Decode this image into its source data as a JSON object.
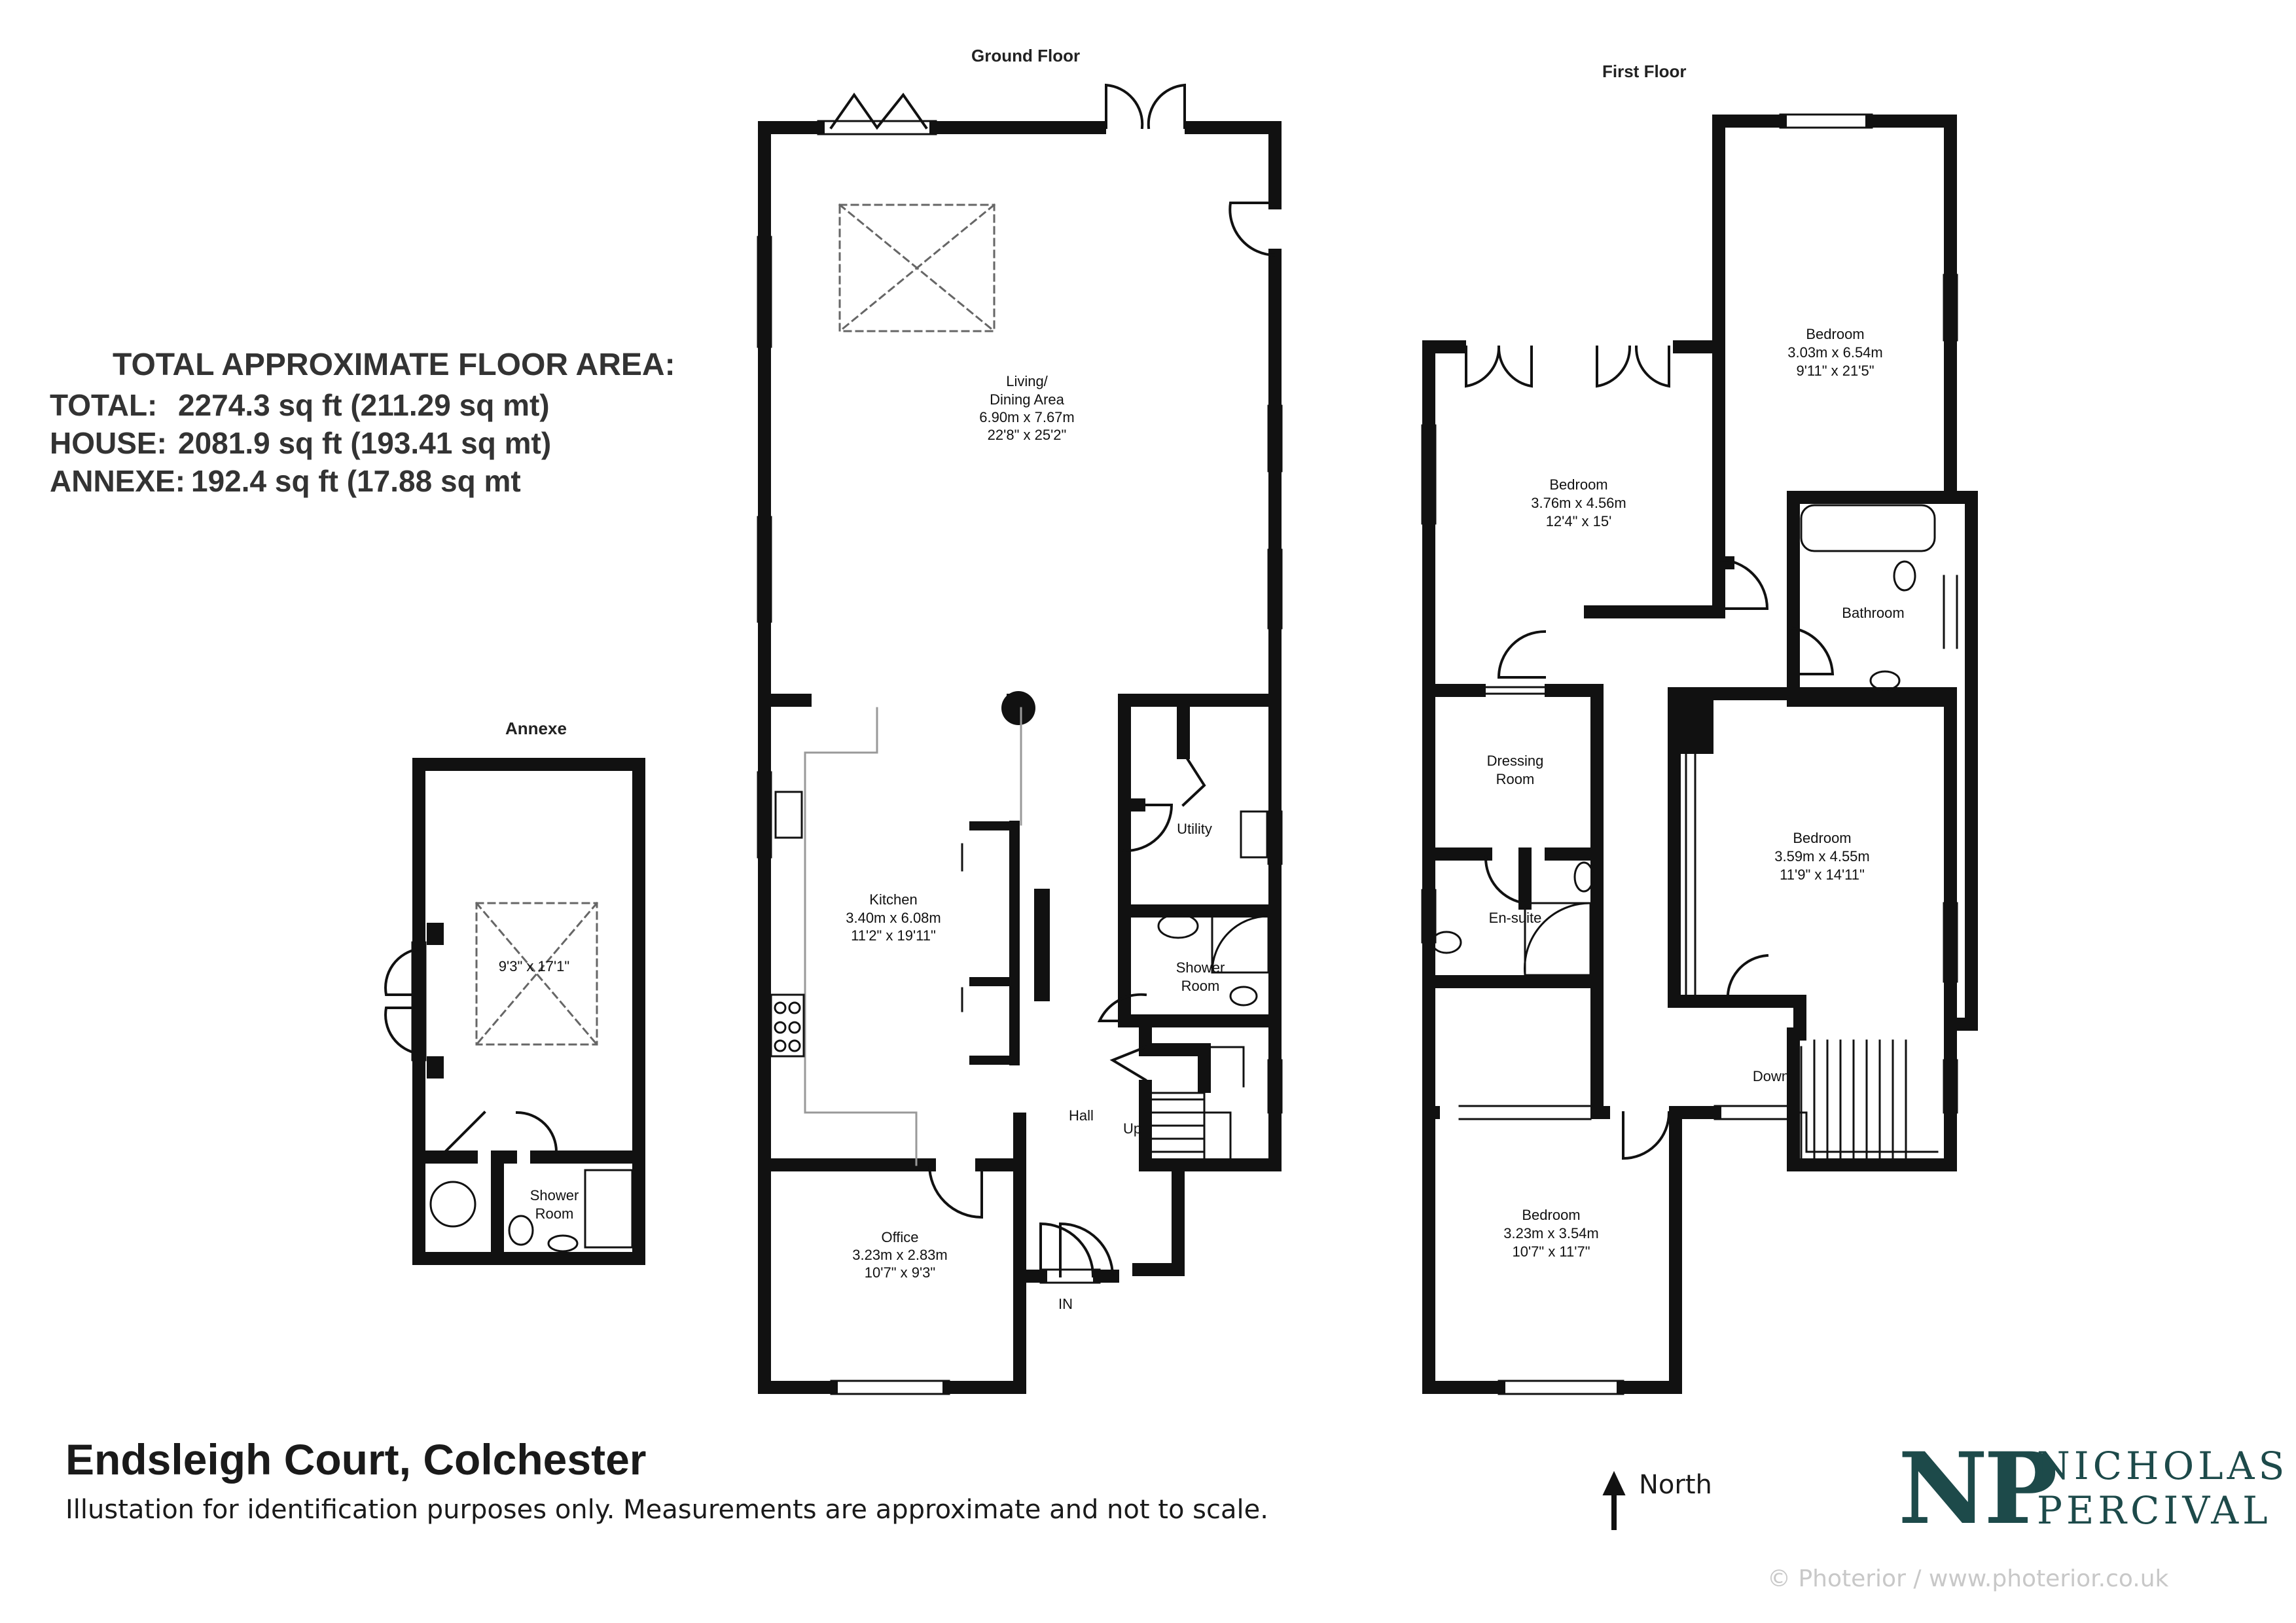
{
  "floors": {
    "ground": "Ground Floor",
    "first": "First Floor",
    "annexe": "Annexe"
  },
  "area": {
    "heading": "TOTAL APPROXIMATE FLOOR AREA:",
    "rows": [
      {
        "label": "TOTAL:",
        "value": "2274.3 sq ft (211.29 sq mt)"
      },
      {
        "label": "HOUSE:",
        "value": "2081.9 sq ft (193.41 sq mt)"
      },
      {
        "label": "ANNEXE:",
        "value": "192.4 sq ft (17.88 sq mt"
      }
    ]
  },
  "rooms": {
    "living_name": "Living/",
    "living_name2": "Dining Area",
    "living_m": "6.90m x 7.67m",
    "living_ft": "22'8\"  x 25'2\"",
    "kitchen_name": "Kitchen",
    "kitchen_m": "3.40m x 6.08m",
    "kitchen_ft": "11'2\"  x 19'11\"",
    "utility": "Utility",
    "shower1": "Shower",
    "shower2": "Room",
    "hall": "Hall",
    "up": "Up",
    "in": "IN",
    "office_name": "Office",
    "office_m": "3.23m x 2.83m",
    "office_ft": "10'7\"  x 9'3\"",
    "annexe_dim": "9'3\"  x 17'1\"",
    "annexe_shower1": "Shower",
    "annexe_shower2": "Room",
    "bed1_name": "Bedroom",
    "bed1_m": "3.03m x 6.54m",
    "bed1_ft": "9'11\"  x 21'5\"",
    "bed2_name": "Bedroom",
    "bed2_m": "3.76m x 4.56m",
    "bed2_ft": "12'4\"  x 15'",
    "bathroom": "Bathroom",
    "dressing1": "Dressing",
    "dressing2": "Room",
    "ensuite": "En-suite",
    "bed3_name": "Bedroom",
    "bed3_m": "3.59m x 4.55m",
    "bed3_ft": "11'9\"  x 14'11\"",
    "down": "Down",
    "bed4_name": "Bedroom",
    "bed4_m": "3.23m x 3.54m",
    "bed4_ft": "10'7\"  x 11'7\""
  },
  "footer": {
    "address": "Endsleigh Court, Colchester",
    "disclaimer": "Illustation for identification purposes only. Measurements are approximate and not to scale.",
    "north": "North",
    "brand_mark": "NP",
    "brand_line1": "NICHOLAS",
    "brand_line2": "PERCIVAL",
    "credit": "© Photerior / www.photerior.co.uk"
  },
  "colors": {
    "wall": "#111111",
    "brand": "#1d4a4a",
    "credit": "#c8c8c8"
  }
}
